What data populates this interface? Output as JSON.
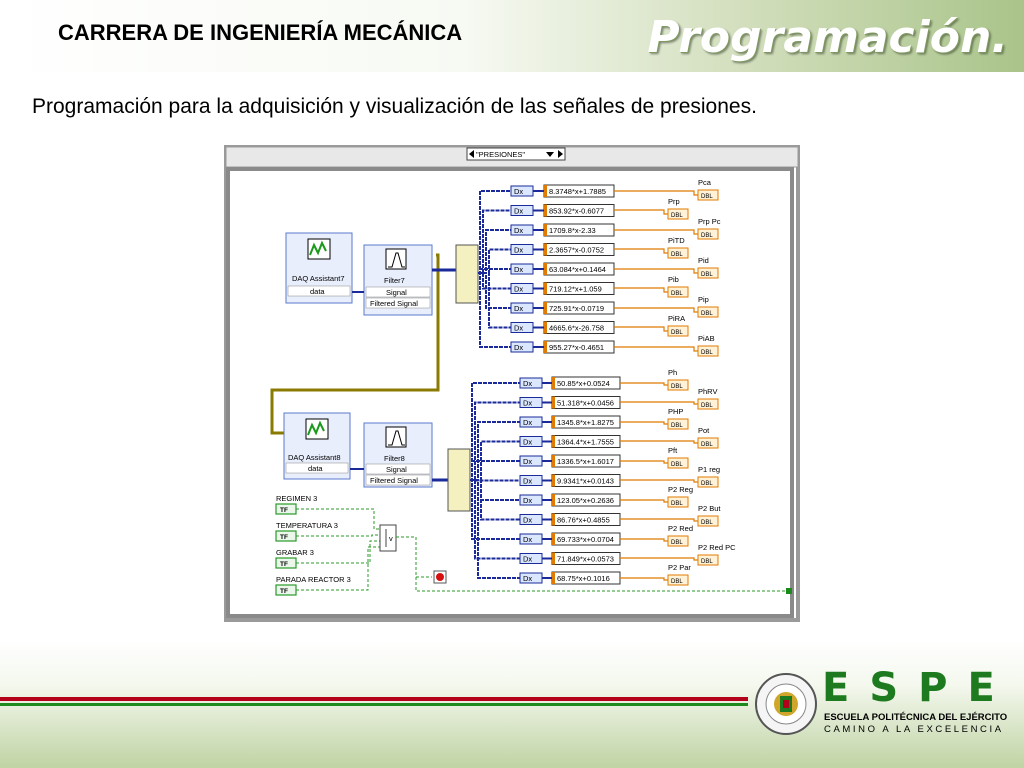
{
  "header": {
    "course": "CARRERA DE INGENIERÍA MECÁNICA",
    "title": "Programación."
  },
  "subtitle": "Programación para la adquisición y visualización de las señales de presiones.",
  "diagram": {
    "case_selector": "\"PRESIONES\"",
    "daq1": {
      "name": "DAQ Assistant7",
      "port": "data"
    },
    "filter1": {
      "name": "Filter7",
      "signal": "Signal",
      "filtered": "Filtered Signal"
    },
    "daq2": {
      "name": "DAQ Assistant8",
      "port": "data"
    },
    "filter2": {
      "name": "Filter8",
      "signal": "Signal",
      "filtered": "Filtered Signal"
    },
    "formulas_top": [
      "8.3748*x+1.7885",
      "853.92*x-0.6077",
      "1709.8*x-2.33",
      "2.3657*x-0.0752",
      "63.084*x+0.1464",
      "719.12*x+1.059",
      "725.91*x-0.0719",
      "4665.6*x-26.758",
      "955.27*x-0.4651"
    ],
    "formulas_bottom": [
      "50.85*x+0.0524",
      "51.318*x+0.0456",
      "1345.8*x+1.8275",
      "1364.4*x+1.7555",
      "1336.5*x+1.6017",
      "9.9341*x+0.0143",
      "123.05*x+0.2636",
      "86.76*x+0.4855",
      "69.733*x+0.0704",
      "71.849*x+0.0573",
      "68.75*x+0.1016"
    ],
    "ind_top_left": [
      "Prp",
      "PiTD",
      "Pib",
      "PiRA"
    ],
    "ind_top_right": [
      "Pca",
      "Prp Pc",
      "Pid",
      "Pip",
      "PiAB"
    ],
    "ind_bot_left": [
      "Ph",
      "PHP",
      "Pft",
      "P2 Reg",
      "P2 Red",
      "P2 Par"
    ],
    "ind_bot_right": [
      "PhRV",
      "Pot",
      "P1 reg",
      "P2 But",
      "P2 Red PC"
    ],
    "bool_controls": [
      "REGIMEN 3",
      "TEMPERATURA 3",
      "GRABAR 3",
      "PARADA REACTOR 3"
    ],
    "tf_label": "TF",
    "dbl_label": "DBL",
    "dx_label": "Dx",
    "or_label": "v"
  },
  "footer": {
    "brand": "ESPE",
    "school": "ESCUELA POLITÉCNICA DEL EJÉRCITO",
    "motto": "CAMINO A LA EXCELENCIA"
  },
  "colors": {
    "wire_blue": "#1a2a9a",
    "wire_orange": "#e07a00",
    "wire_green": "#2a9a2a",
    "wire_olive": "#8a7a00",
    "espe_green": "#1e7a1e",
    "line_red": "#b3001b"
  }
}
